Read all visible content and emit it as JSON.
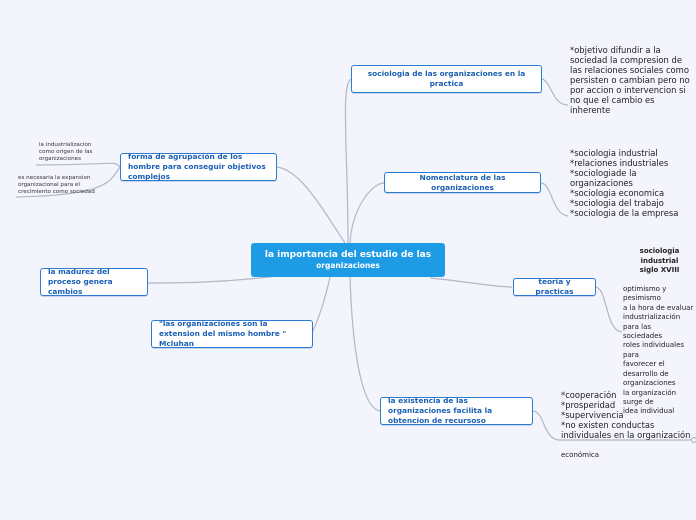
{
  "central": {
    "line1": "la importancia del estudio de las",
    "line2": "organizaciones"
  },
  "topics": {
    "practica": "sociologia de las organizaciones en la practica",
    "nomenclatura": "Nomenclatura de las organizaciones",
    "teoria": "teoria y practicas",
    "existencia": "la existencia de las organizaciones facilita la obtencion de recursoso",
    "agrupacion": "forma de agrupación de los hombre para conseguir objetivos complejos",
    "madurez": "la madurez del proceso genera cambios",
    "extension": "\"las organizaciones son la extension del mismo hombre \" Mcluhan"
  },
  "notes": {
    "practica": "*objetivo difundir a la\nsociedad la compresion de\nlas relaciones sociales como\npersisten o cambian pero no\npor accion o intervencion si\nno que el cambio es\ninherente",
    "nomenclatura": "*sociologia industrial\n*relaciones industriales\n*sociologiade la\norganizaciones\n*sociologia economica\n*sociologia del trabajo\n*sociologia de la empresa",
    "teoria_title": "sociologia industrial\nsiglo XVIII",
    "teoria_body": "optimismo y pesimismo\na la hora de evaluar\nindustrialización para las\nsociedades\nroles individuales para\nfavorecer el desarrollo de\norganizaciones\nla organización surge de\nidea individual",
    "existencia_main": "*cooperación\n*prosperidad\n*supervivencia\n*no existen conductas\nindividuales en la organización",
    "existencia_sub": "económica",
    "agrupacion_1": "la industrializacion\ncomo origen de las\norganizaciones",
    "agrupacion_2": "es necesaria la expansion\norganizacional para el\ncrecimiento como sociedad"
  },
  "colors": {
    "background": "#f3f4fc",
    "central": "#1d9be5",
    "topic_border": "#2b7bd0",
    "topic_text": "#1a5fb4",
    "connector": "#b3b7c6"
  }
}
